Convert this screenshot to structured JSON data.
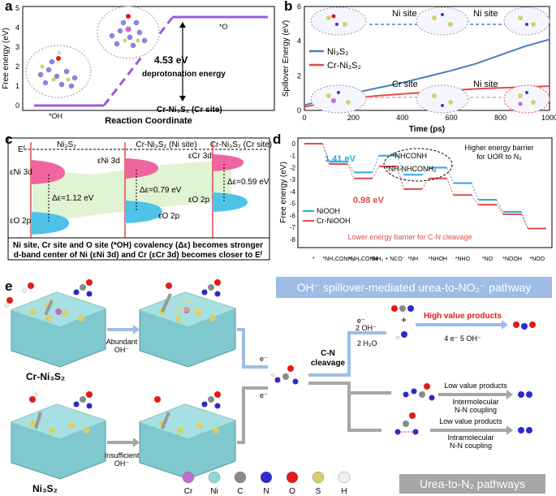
{
  "panel_labels": {
    "a": "a",
    "b": "b",
    "c": "c",
    "d": "d",
    "e": "e"
  },
  "panel_a": {
    "ylabel": "Free energy (eV)",
    "xlabel": "Reaction Coordinate",
    "yticks": [
      "0",
      "1",
      "2",
      "3",
      "4",
      "5"
    ],
    "label_oh": "*OH",
    "label_o": "*O",
    "energy_value": "4.53 eV",
    "energy_desc": "deprotonation energy",
    "site_label": "Cr-Ni₃S₂ (Cr site)"
  },
  "chart_data": [
    {
      "type": "line",
      "title": "",
      "xlabel": "Time (ps)",
      "ylabel": "Spillover Energy (eV)",
      "xlim": [
        0,
        1000
      ],
      "ylim": [
        0,
        6
      ],
      "xticks": [
        "0",
        "200",
        "400",
        "600",
        "800",
        "1000"
      ],
      "yticks": [
        "0",
        "2",
        "4",
        "6"
      ],
      "series": [
        {
          "name": "Ni₃S₂",
          "color": "#4a7ebb",
          "x": [
            0,
            100,
            200,
            300,
            400,
            500,
            600,
            700,
            800,
            900,
            1000
          ],
          "y": [
            0.3,
            0.7,
            1.0,
            1.3,
            1.6,
            1.95,
            2.3,
            2.7,
            3.2,
            3.7,
            4.1
          ]
        },
        {
          "name": "Cr-Ni₃S₂",
          "color": "#e34a4a",
          "x": [
            0,
            100,
            200,
            300,
            400,
            500,
            600,
            700,
            800,
            900,
            1000
          ],
          "y": [
            0.2,
            0.5,
            0.7,
            0.85,
            0.95,
            1.05,
            1.15,
            1.25,
            1.3,
            1.35,
            1.4
          ]
        }
      ],
      "annotations": {
        "top_left": "Ni site",
        "top_right": "Ni site",
        "bottom_left": "Cr site",
        "bottom_right": "Ni site"
      },
      "legend": "top-left"
    },
    {
      "type": "line",
      "title": "",
      "xlabel": "",
      "ylabel": "Free energy (eV)",
      "ylim": [
        -8,
        0
      ],
      "yticks": [
        "0",
        "-1",
        "-2",
        "-3",
        "-4",
        "-5",
        "-6",
        "-7",
        "-8"
      ],
      "categories": [
        "*",
        "*NH₂CONH₂",
        "*NH₂CONH",
        "*NH₂ + NCO⁻",
        "*NH",
        "*NHOH",
        "*NHO",
        "*NO",
        "*NOOH",
        "*NOO"
      ],
      "series": [
        {
          "name": "NiOOH",
          "color": "#29a8e0",
          "values": [
            0,
            -1.5,
            -2.4,
            -1.0,
            -2.6,
            -2.0,
            -3.3,
            -4.7,
            -5.7,
            -7.1
          ]
        },
        {
          "name": "Cr-NiOOH",
          "color": "#e34a4a",
          "values": [
            0,
            -1.7,
            -2.9,
            -1.9,
            -3.8,
            -2.9,
            -4.3,
            -5.1,
            -5.9,
            -7.1
          ]
        }
      ],
      "annotations": {
        "barrier_ni": "1.41 eV",
        "barrier_cr": "0.98 eV",
        "species_1": "*NHCONH",
        "species_2": "*NH-NHCONH₂",
        "note_high_1": "Higher energy barrier",
        "note_high_2": "for UOR to N₂",
        "note_low": "Lower energy barrier  for C-N cleavage"
      },
      "legend": "bottom-left"
    }
  ],
  "panel_c": {
    "columns": [
      "Ni₃S₂",
      "Cr-Ni₃S₂ (Ni site)",
      "Cr-Ni₃S₂ (Cr site)"
    ],
    "ef": "Eᶠ",
    "eps_ni": "εNi 3d",
    "eps_cr": "εCr 3d",
    "eps_o": "εO 2p",
    "gap1": "Δε=1.12 eV",
    "gap2": "Δε=0.79 eV",
    "gap3": "Δε=0.59 eV",
    "caption1": "Ni site,  Cr site and O site (*OH) covalency (Δε) becomes stronger",
    "caption2": "d-band center of Ni (εNi 3d) and Cr (εCr 3d) becomes closer to Eᶠ"
  },
  "panel_e": {
    "banner_top": "OH⁻ spillover-mediated urea-to-NO₂⁻ pathway",
    "banner_bottom": "Urea-to-N₂ pathways",
    "cr_catalyst": "Cr-Ni₃S₂",
    "ni_catalyst": "Ni₃S₂",
    "abundant": "Abundant",
    "insufficient": "Insufficient",
    "oh_minus": "OH⁻",
    "oh_spillover_1": "OH⁻",
    "oh_spillover_2": "Spillover",
    "e_minus": "e⁻",
    "cn_cleavage_1": "C-N",
    "cn_cleavage_2": "cleavage",
    "two_oh": "2 OH⁻",
    "two_h2o": "2 H₂O",
    "plus": "+",
    "high_value": "High value products",
    "four_e": "4 e⁻   5 OH⁻",
    "low_value_1": "Low value products",
    "inter_1": "Intermolecular",
    "inter_2": "N-N coupling",
    "low_value_2": "Low value products",
    "intra_1": "Intramolecular",
    "intra_2": "N-N coupling",
    "legend": [
      {
        "symbol": "Cr",
        "color": "#c46cc9"
      },
      {
        "symbol": "Ni",
        "color": "#8fd6d9"
      },
      {
        "symbol": "C",
        "color": "#8a8a8a"
      },
      {
        "symbol": "N",
        "color": "#2a2ad1"
      },
      {
        "symbol": "O",
        "color": "#e01b1b"
      },
      {
        "symbol": "S",
        "color": "#d9cf6a"
      },
      {
        "symbol": "H",
        "color": "#f0f0f0"
      }
    ]
  }
}
